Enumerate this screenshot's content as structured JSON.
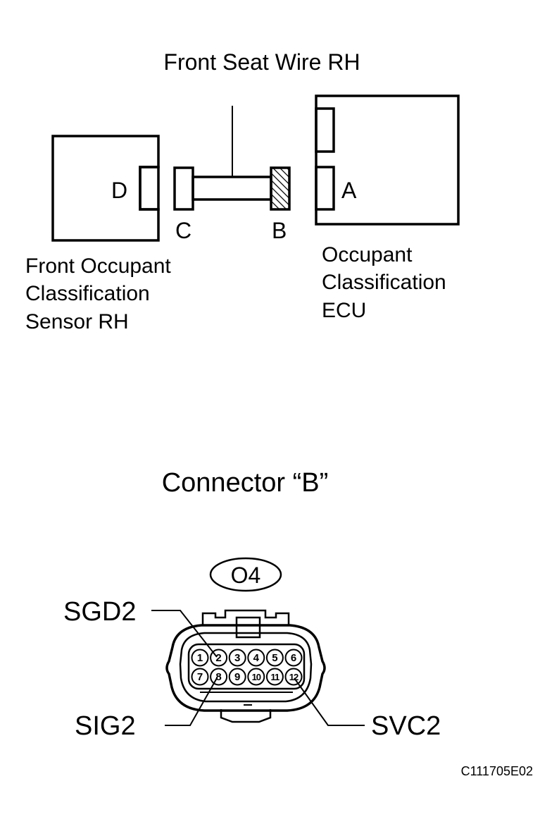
{
  "top_diagram": {
    "wire_label": "Front Seat Wire RH",
    "sensor_connector": "D",
    "wire_connector_left": "C",
    "wire_connector_right": "B",
    "ecu_connector": "A",
    "sensor_label": [
      "Front Occupant",
      "Classification",
      "Sensor RH"
    ],
    "ecu_label": [
      "Occupant",
      "Classification",
      "ECU"
    ]
  },
  "connector_view": {
    "title": "Connector “B”",
    "code": "O4",
    "pins_top": [
      "1",
      "2",
      "3",
      "4",
      "5",
      "6"
    ],
    "pins_bottom": [
      "7",
      "8",
      "9",
      "10",
      "11",
      "12"
    ],
    "terminals": {
      "sgd2": "SGD2",
      "sig2": "SIG2",
      "svc2": "SVC2"
    }
  },
  "figure_code": "C111705E02"
}
